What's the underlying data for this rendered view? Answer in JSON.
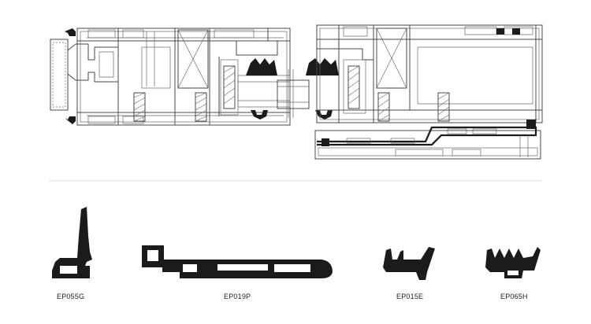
{
  "profiles": [
    {
      "code": "EP055G"
    },
    {
      "code": "EP019P"
    },
    {
      "code": "EP015E"
    },
    {
      "code": "EP065H"
    }
  ],
  "colors": {
    "seal": "#1b1b1b",
    "line": "#4a4a4a",
    "divider": "#dcdcdc"
  }
}
